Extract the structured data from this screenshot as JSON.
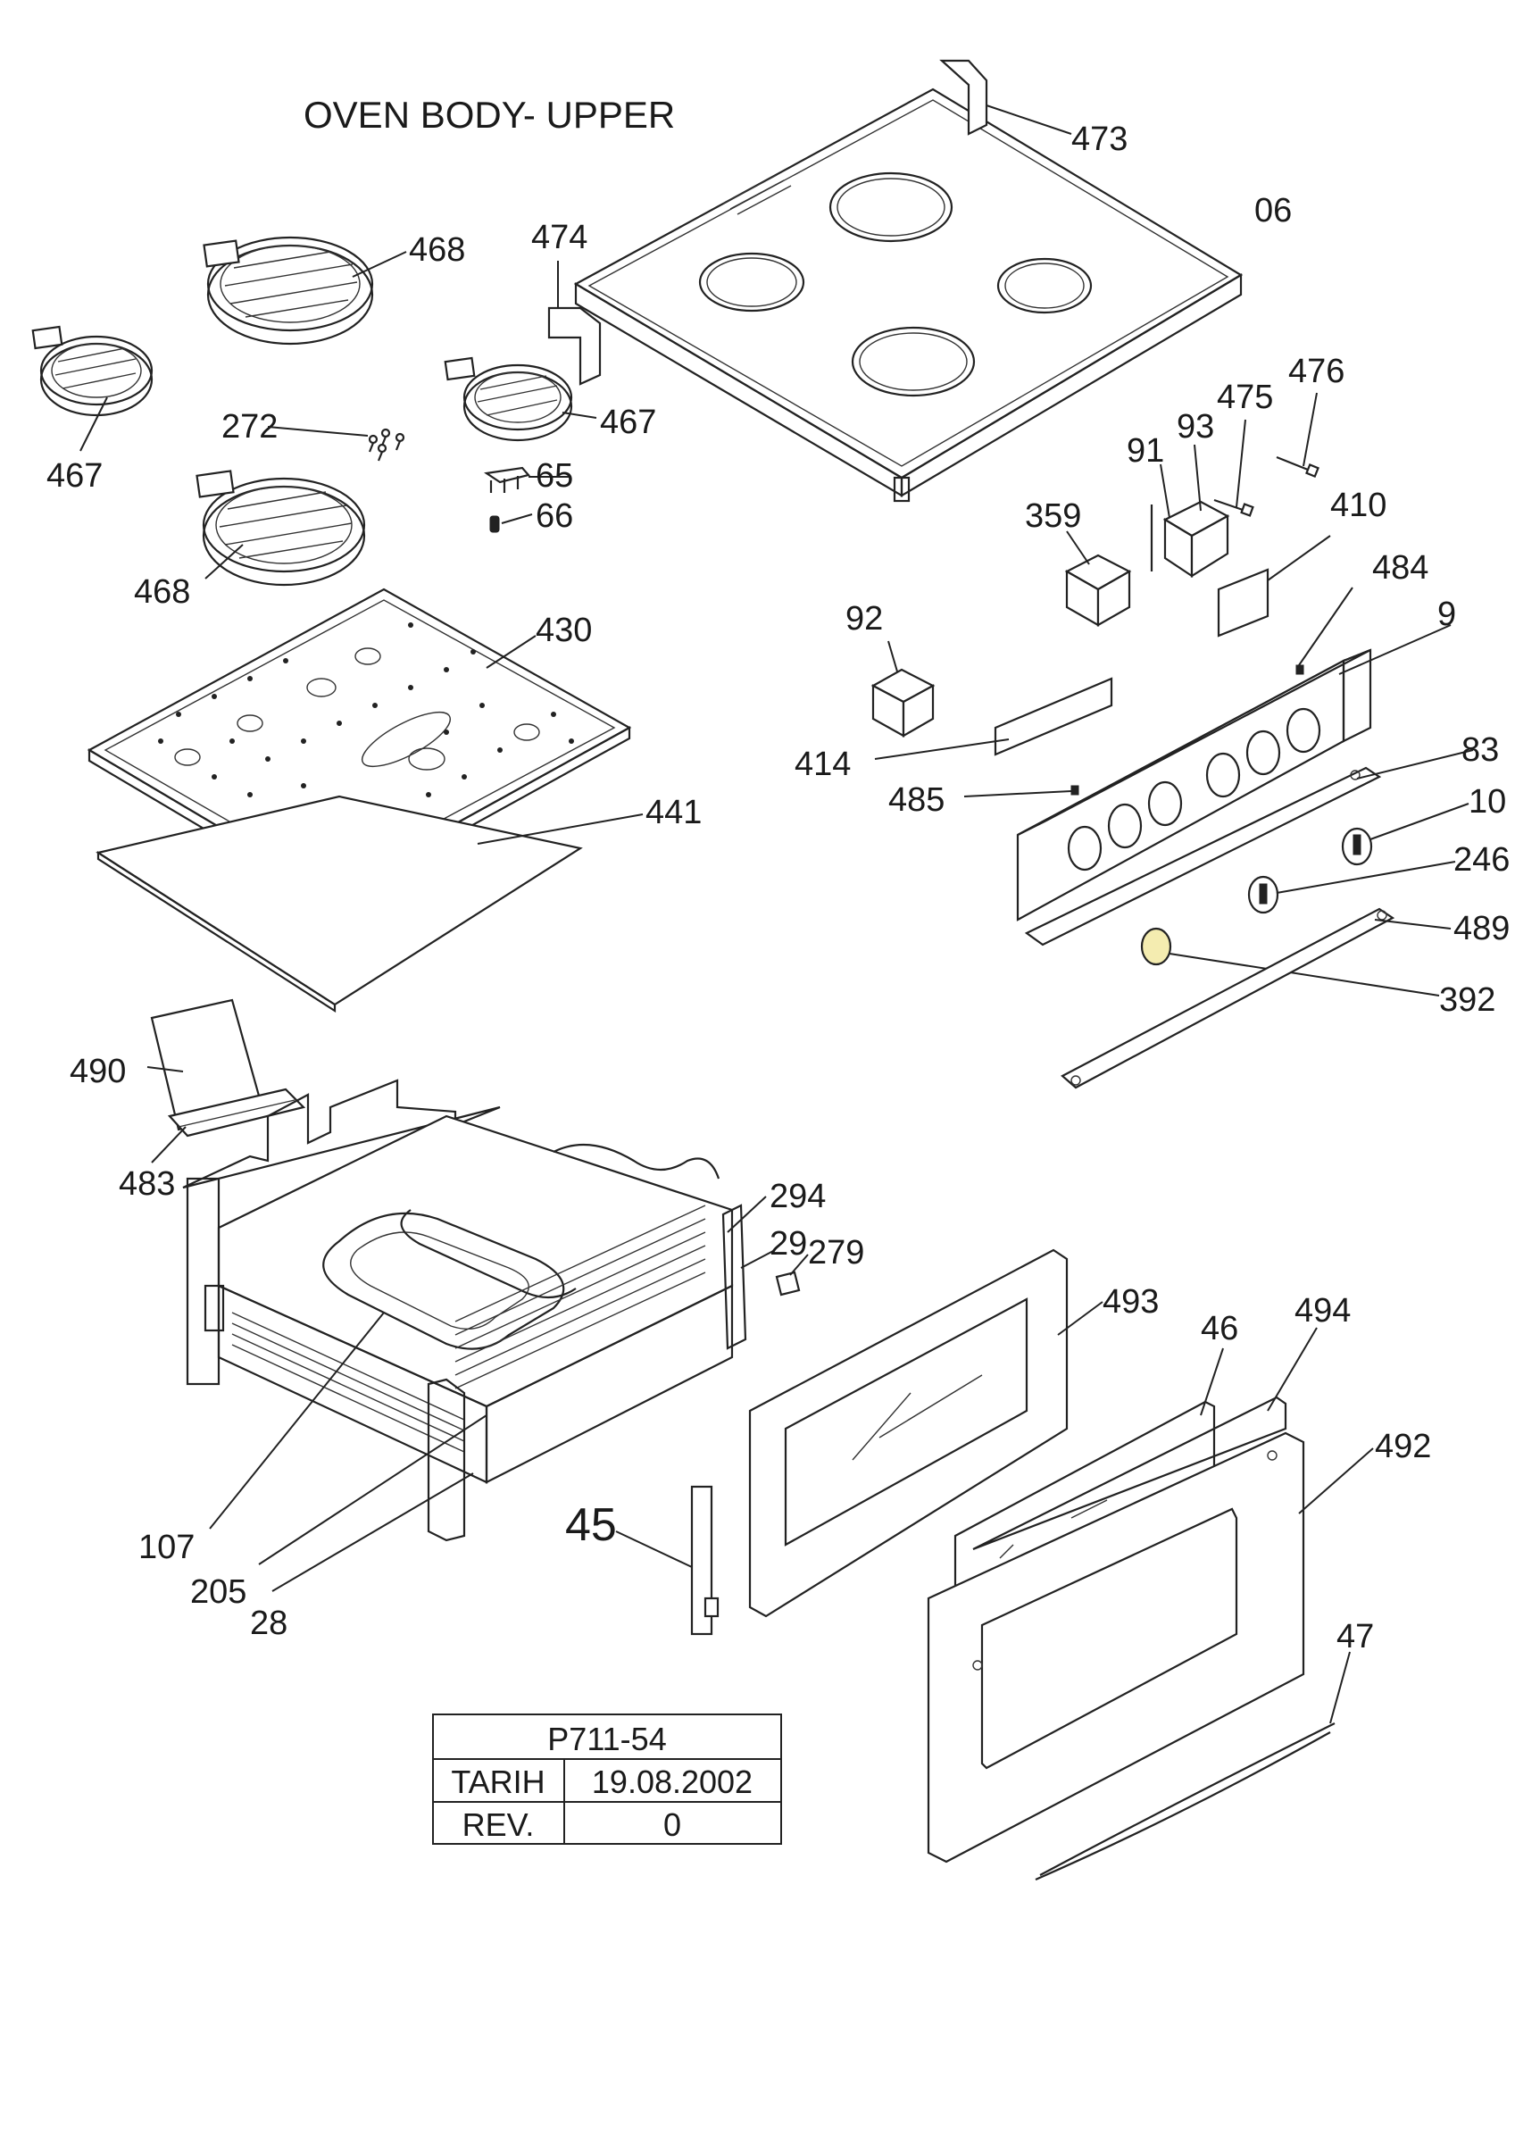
{
  "title": "OVEN BODY- UPPER",
  "labels": {
    "l473": "473",
    "l06": "06",
    "l474": "474",
    "l468a": "468",
    "l467a": "467",
    "l272": "272",
    "l467b": "467",
    "l65": "65",
    "l66": "66",
    "l468b": "468",
    "l430": "430",
    "l441": "441",
    "l476": "476",
    "l475": "475",
    "l91": "91",
    "l93": "93",
    "l359": "359",
    "l410": "410",
    "l484": "484",
    "l9": "9",
    "l92": "92",
    "l414": "414",
    "l485": "485",
    "l83": "83",
    "l10": "10",
    "l246": "246",
    "l489": "489",
    "l392": "392",
    "l490": "490",
    "l483": "483",
    "l294": "294",
    "l29": "29",
    "l279": "279",
    "l493": "493",
    "l46": "46",
    "l494": "494",
    "l492": "492",
    "l107": "107",
    "l205": "205",
    "l28": "28",
    "l45": "45",
    "l47": "47"
  },
  "title_block": {
    "drawing_no": "P711-54",
    "date_label": "TARIH",
    "date_value": "19.08.2002",
    "rev_label": "REV.",
    "rev_value": "0"
  }
}
